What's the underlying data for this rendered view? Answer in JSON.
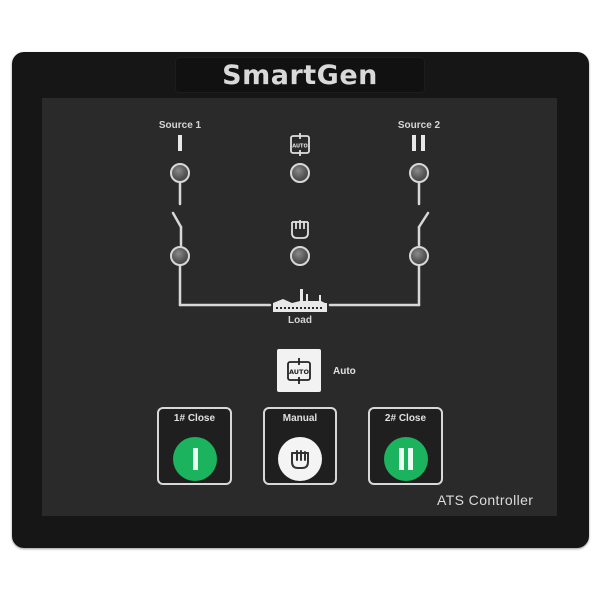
{
  "device": {
    "brand": "SmartGen",
    "model_label": "ATS Controller"
  },
  "indicators": {
    "source1": {
      "label": "Source 1",
      "symbol": "I",
      "icon": "source-1-icon"
    },
    "source2": {
      "label": "Source 2",
      "symbol": "II",
      "icon": "source-2-icon"
    },
    "auto_mode": {
      "icon": "auto-cycle-icon",
      "icon_text": "AUTO"
    },
    "manual_mode": {
      "icon": "hand-icon"
    },
    "load": {
      "label": "Load",
      "icon": "factory-icon"
    }
  },
  "leds": [
    {
      "id": "source1-available",
      "state": "off"
    },
    {
      "id": "auto-mode",
      "state": "off"
    },
    {
      "id": "source2-available",
      "state": "off"
    },
    {
      "id": "source1-closed",
      "state": "off"
    },
    {
      "id": "manual-mode",
      "state": "off"
    },
    {
      "id": "source2-closed",
      "state": "off"
    }
  ],
  "buttons": {
    "auto": {
      "label": "Auto",
      "icon_text": "AUTO"
    },
    "close1": {
      "label": "1# Close",
      "symbol": "I"
    },
    "manual": {
      "label": "Manual"
    },
    "close2": {
      "label": "2# Close",
      "symbol": "II"
    }
  },
  "colors": {
    "frame": "#161616",
    "panel": "#2a2a2a",
    "line": "#d8d8d8",
    "button_green": "#1cb35e",
    "button_white": "#f4f4f4"
  }
}
